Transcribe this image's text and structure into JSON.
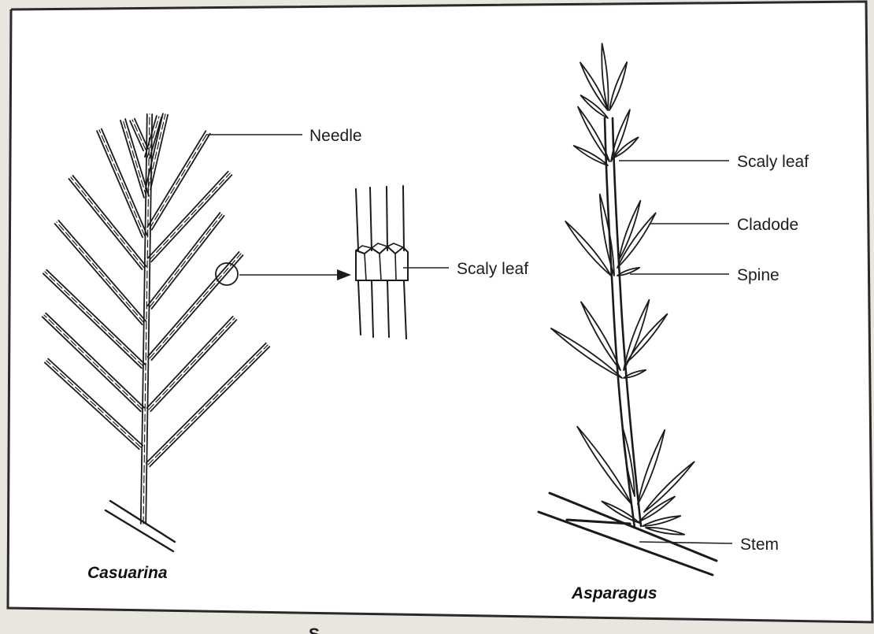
{
  "figure": {
    "casuarina": {
      "name": "Casuarina",
      "labels": {
        "needle": "Needle"
      }
    },
    "enlarged": {
      "labels": {
        "scaly_leaf": "Scaly leaf"
      }
    },
    "asparagus": {
      "name": "Asparagus",
      "labels": {
        "scaly_leaf": "Scaly leaf",
        "cladode": "Cladode",
        "spine": "Spine",
        "stem": "Stem"
      }
    },
    "caption_fragment": "S"
  },
  "colors": {
    "paper": "#ffffff",
    "page_edge": "#e9e6e0",
    "ink": "#1b1b1b"
  }
}
